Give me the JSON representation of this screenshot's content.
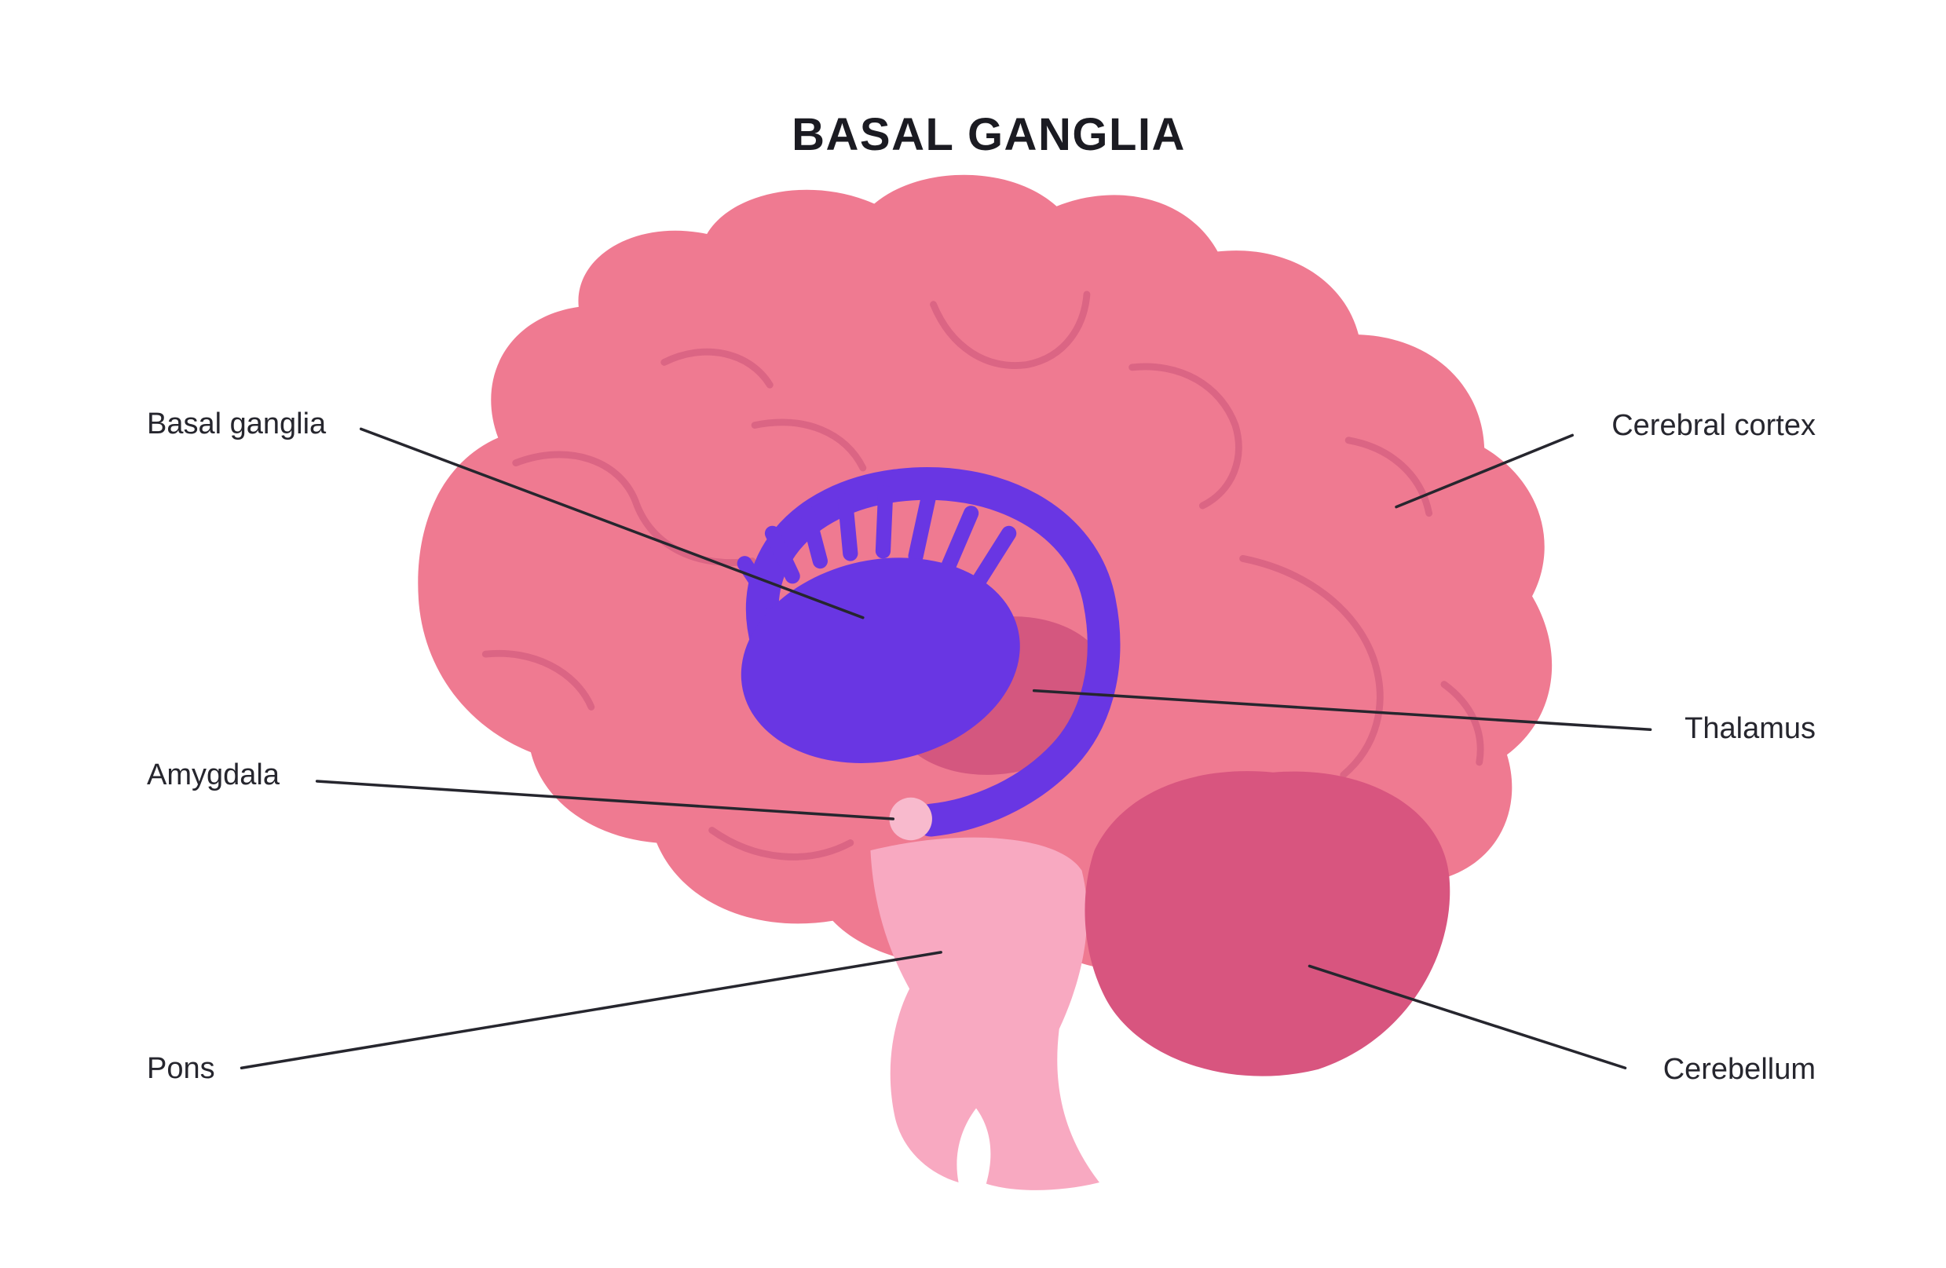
{
  "title": "BASAL GANGLIA",
  "labels": {
    "basal_ganglia": "Basal ganglia",
    "cerebral_cortex": "Cerebral cortex",
    "thalamus": "Thalamus",
    "amygdala": "Amygdala",
    "pons": "Pons",
    "cerebellum": "Cerebellum"
  },
  "colors": {
    "background": "#FFFFFF",
    "cerebrum": "#EF7A91",
    "sulci": "#DB6584",
    "cerebellum": "#D8557F",
    "brainstem": "#F8A9C1",
    "thalamus": "#D4577F",
    "basal_ganglia": "#6936E3",
    "amygdala": "#F8BACD",
    "pointer_line": "#26262E",
    "title_text": "#1B1B22",
    "label_text": "#26262E"
  }
}
